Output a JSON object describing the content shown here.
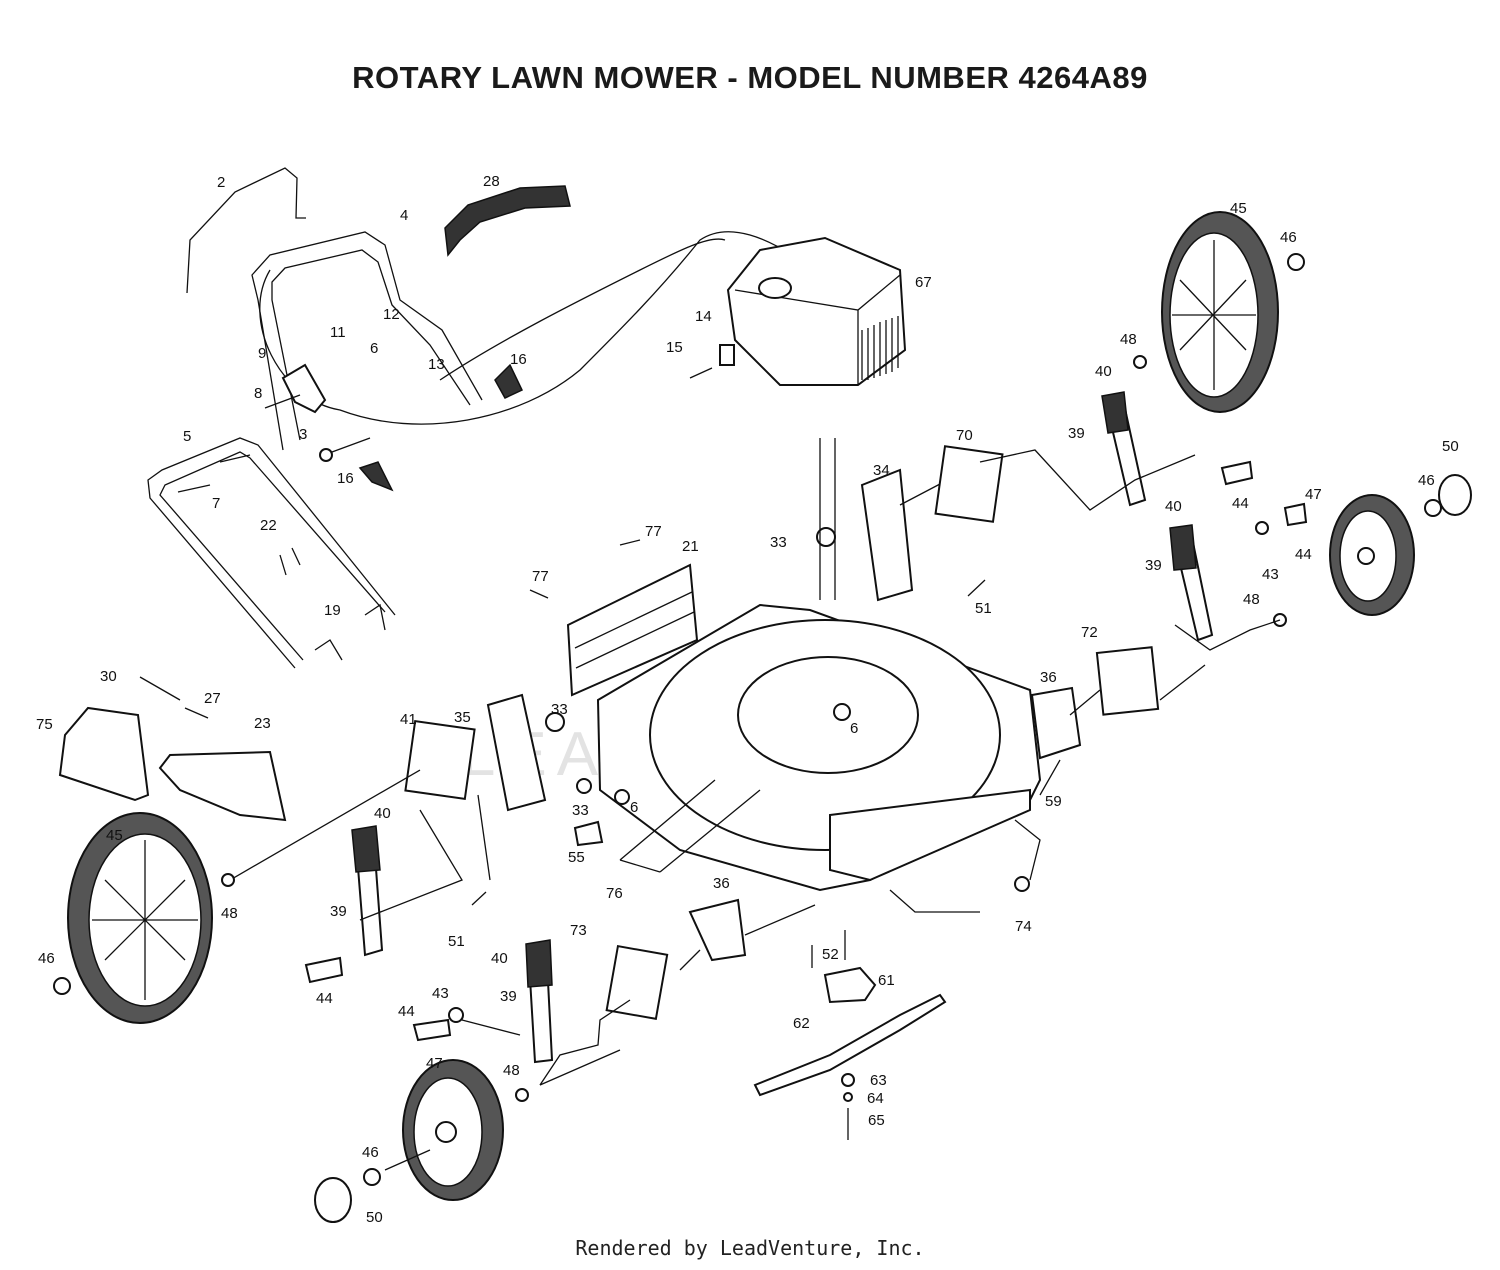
{
  "title": "ROTARY LAWN MOWER - MODEL NUMBER 4264A89",
  "footer": "Rendered by LeadVenture, Inc.",
  "watermark": "LEADVENTURE",
  "callouts": [
    "2",
    "28",
    "4",
    "67",
    "45",
    "46",
    "11",
    "12",
    "6",
    "14",
    "9",
    "16",
    "15",
    "13",
    "48",
    "40",
    "8",
    "3",
    "39",
    "70",
    "50",
    "34",
    "16",
    "44",
    "47",
    "46",
    "5",
    "7",
    "33",
    "22",
    "77",
    "21",
    "43",
    "44",
    "51",
    "77",
    "40",
    "39",
    "48",
    "19",
    "72",
    "30",
    "27",
    "36",
    "33",
    "75",
    "35",
    "41",
    "23",
    "6",
    "59",
    "33",
    "6",
    "55",
    "45",
    "40",
    "76",
    "36",
    "74",
    "48",
    "39",
    "51",
    "73",
    "52",
    "46",
    "40",
    "61",
    "44",
    "43",
    "39",
    "44",
    "62",
    "47",
    "48",
    "63",
    "64",
    "65",
    "46",
    "50"
  ]
}
